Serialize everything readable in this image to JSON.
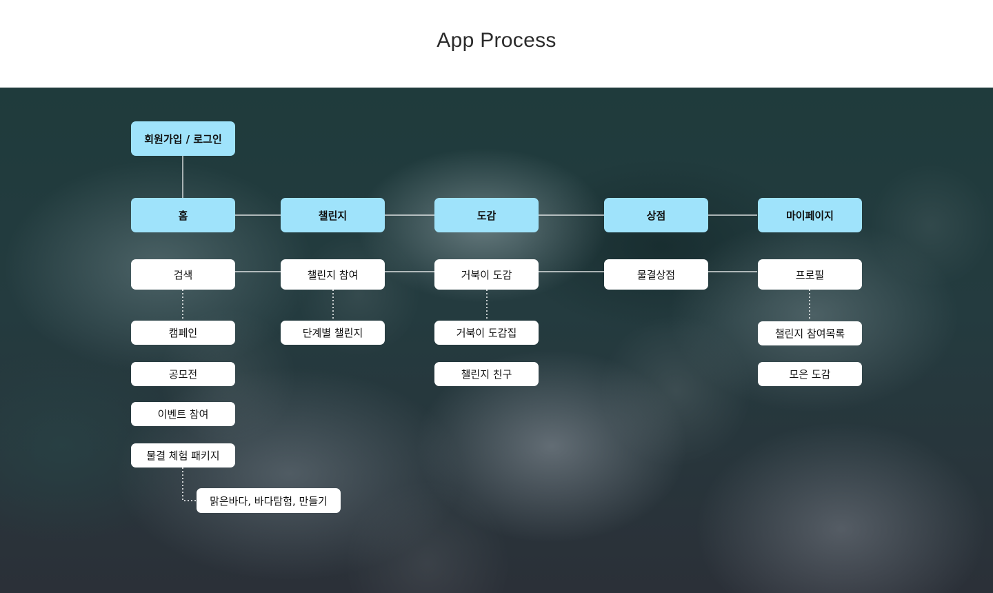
{
  "page": {
    "title": "App Process"
  },
  "colors": {
    "primary_node": "#9fe3fb",
    "secondary_node": "#ffffff",
    "line": "#ffffff"
  },
  "nodes": {
    "signup_login": "회원가입 / 로그인",
    "main_menu": [
      "홈",
      "챌린지",
      "도감",
      "상점",
      "마이페이지"
    ],
    "home": {
      "search": "검색",
      "campaign": "캠페인",
      "contest": "공모전",
      "event": "이벤트 참여",
      "package": "물결 체험 패키지",
      "package_detail": "맑은바다, 바다탐험, 만들기"
    },
    "challenge": {
      "join": "챌린지 참여",
      "stages": "단계별 챌린지"
    },
    "encyclopedia": {
      "turtle": "거북이 도감",
      "turtle_collection": "거북이 도감집",
      "friends": "챌린지 친구"
    },
    "shop": {
      "wave_shop": "물결상점"
    },
    "mypage": {
      "profile": "프로필",
      "history": "챌린지 참여목록",
      "collected": "모은 도감"
    }
  }
}
